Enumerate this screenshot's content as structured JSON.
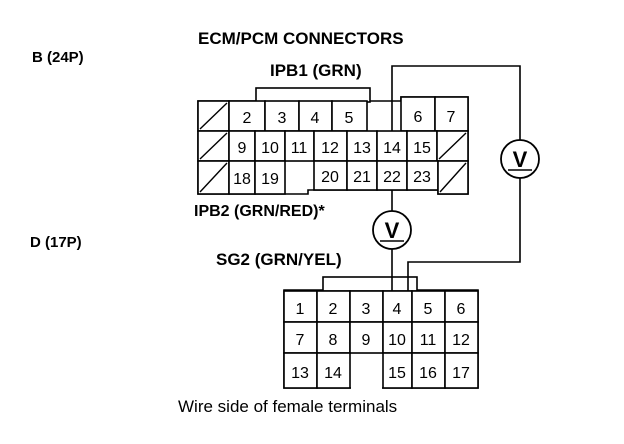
{
  "title": "ECM/PCM CONNECTORS",
  "connector_b": {
    "name": "B (24P)",
    "terminals": {
      "t2": "2",
      "t3": "3",
      "t4": "4",
      "t5": "5",
      "t6": "6",
      "t7": "7",
      "t9": "9",
      "t10": "10",
      "t11": "11",
      "t12": "12",
      "t13": "13",
      "t14": "14",
      "t15": "15",
      "t18": "18",
      "t19": "19",
      "t20": "20",
      "t21": "21",
      "t22": "22",
      "t23": "23"
    }
  },
  "connector_d": {
    "name": "D (17P)",
    "terminals": {
      "t1": "1",
      "t2": "2",
      "t3": "3",
      "t4": "4",
      "t5": "5",
      "t6": "6",
      "t7": "7",
      "t8": "8",
      "t9": "9",
      "t10": "10",
      "t11": "11",
      "t12": "12",
      "t13": "13",
      "t14": "14",
      "t15": "15",
      "t16": "16",
      "t17": "17"
    }
  },
  "wires": {
    "ipb1": "IPB1 (GRN)",
    "ipb2": "IPB2 (GRN/RED)*",
    "sg2": "SG2 (GRN/YEL)"
  },
  "meter_symbol": "V",
  "caption": "Wire side of female terminals"
}
